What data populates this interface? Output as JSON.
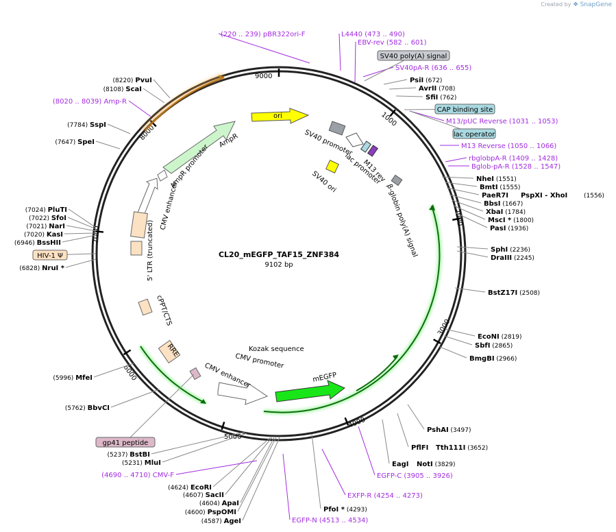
{
  "brand": {
    "created_by": "Created by",
    "product": "SnapGene"
  },
  "plasmid": {
    "name": "CL20_mEGFP_TAF15_ZNF384",
    "size": "9102 bp"
  },
  "ticks": [
    "9000",
    "1000",
    "2000",
    "3000",
    "4000",
    "5000",
    "6000",
    "7000",
    "8000"
  ],
  "enzymes": [
    {
      "name": "PsiI",
      "pos": "(672)"
    },
    {
      "name": "AvrII",
      "pos": "(708)"
    },
    {
      "name": "SfiI",
      "pos": "(762)"
    },
    {
      "name": "NheI",
      "pos": "(1551)"
    },
    {
      "name": "BmtI",
      "pos": "(1555)"
    },
    {
      "name": "PaeR7I",
      "pos": ""
    },
    {
      "name": "PspXI",
      "pos": ""
    },
    {
      "name": "XhoI",
      "pos": "(1556)"
    },
    {
      "name": "BbsI",
      "pos": "(1667)"
    },
    {
      "name": "XbaI",
      "pos": "(1784)"
    },
    {
      "name": "MscI *",
      "pos": "(1800)"
    },
    {
      "name": "PasI",
      "pos": "(1936)"
    },
    {
      "name": "SphI",
      "pos": "(2236)"
    },
    {
      "name": "DraIII",
      "pos": "(2245)"
    },
    {
      "name": "BstZ17I",
      "pos": "(2508)"
    },
    {
      "name": "EcoNI",
      "pos": "(2819)"
    },
    {
      "name": "SbfI",
      "pos": "(2865)"
    },
    {
      "name": "BmgBI",
      "pos": "(2966)"
    },
    {
      "name": "PshAI",
      "pos": "(3497)"
    },
    {
      "name": "PflFI",
      "pos": ""
    },
    {
      "name": "Tth111I",
      "pos": "(3652)"
    },
    {
      "name": "EagI",
      "pos": ""
    },
    {
      "name": "NotI",
      "pos": "(3829)"
    },
    {
      "name": "PfoI *",
      "pos": "(4293)"
    },
    {
      "name": "AgeI",
      "pos": "(4587)"
    },
    {
      "name": "PspOMI",
      "pos": "(4600)"
    },
    {
      "name": "ApaI",
      "pos": "(4604)"
    },
    {
      "name": "SacII",
      "pos": "(4607)"
    },
    {
      "name": "EcoRI",
      "pos": "(4624)"
    },
    {
      "name": "MluI",
      "pos": "(5231)"
    },
    {
      "name": "BstBI",
      "pos": "(5237)"
    },
    {
      "name": "BbvCI",
      "pos": "(5762)"
    },
    {
      "name": "MfeI",
      "pos": "(5996)"
    },
    {
      "name": "NruI *",
      "pos": "(6828)"
    },
    {
      "name": "BssHII",
      "pos": "(6946)"
    },
    {
      "name": "KasI",
      "pos": "(7020)"
    },
    {
      "name": "NarI",
      "pos": "(7021)"
    },
    {
      "name": "SfoI",
      "pos": "(7022)"
    },
    {
      "name": "PluTI",
      "pos": "(7024)"
    },
    {
      "name": "SpeI",
      "pos": "(7647)"
    },
    {
      "name": "SspI",
      "pos": "(7784)"
    },
    {
      "name": "ScaI",
      "pos": "(8108)"
    },
    {
      "name": "PvuI",
      "pos": "(8220)"
    }
  ],
  "primers": [
    {
      "name": "pBR322ori-F",
      "range": "(220 .. 239)"
    },
    {
      "name": "L4440",
      "range": "(473 .. 490)"
    },
    {
      "name": "EBV-rev",
      "range": "(582 .. 601)"
    },
    {
      "name": "SV40pA-R",
      "range": "(636 .. 655)"
    },
    {
      "name": "M13/pUC Reverse",
      "range": "(1031 .. 1053)"
    },
    {
      "name": "M13 Reverse",
      "range": "(1050 .. 1066)"
    },
    {
      "name": "rbglobpA-R",
      "range": "(1409 .. 1428)"
    },
    {
      "name": "Bglob-pA-R",
      "range": "(1528 .. 1547)"
    },
    {
      "name": "EGFP-C",
      "range": "(3905 .. 3926)"
    },
    {
      "name": "EXFP-R",
      "range": "(4254 .. 4273)"
    },
    {
      "name": "EGFP-N",
      "range": "(4513 .. 4534)"
    },
    {
      "name": "CMV-F",
      "range": "(4690 .. 4710)"
    },
    {
      "name": "Amp-R",
      "range": "(8020 .. 8039)"
    }
  ],
  "boxed_features": [
    {
      "name": "SV40 poly(A) signal",
      "color": "#c8cbd0"
    },
    {
      "name": "CAP binding site",
      "color": "#a9d9e1"
    },
    {
      "name": "lac operator",
      "color": "#a9d9e1"
    },
    {
      "name": "HIV-1 Ψ",
      "color": "#fde1c3"
    },
    {
      "name": "gp41 peptide",
      "color": "#dcb8c8"
    }
  ],
  "features": {
    "ori": "ori",
    "ampr": "AmpR",
    "ampr_promoter": "AmpR promoter",
    "cmv_enhancer_top": "CMV enhancer",
    "ltr": "5' LTR (truncated)",
    "cppt": "cPPT/CTS",
    "rre": "RRE",
    "cmv_enhancer_bottom": "CMV enhancer",
    "cmv_promoter": "CMV promoter",
    "kozak": "Kozak sequence",
    "megfp": "mEGFP",
    "sv40_promoter": "SV40 promoter",
    "sv40_ori": "SV40 ori",
    "lac_promoter": "lac promoter",
    "m13_rev": "M13 rev",
    "bglobin": "β-globin poly(A) signal"
  },
  "colors": {
    "ori": "#ffff00",
    "ampr": "#ccf5cc",
    "cds_green": "#19e619",
    "ltr": "#fde1c3",
    "promoter": "#ffffff",
    "primer": "#a22be0",
    "gray_feature": "#9aa0a6",
    "orange_arrow": "#f0a030"
  }
}
